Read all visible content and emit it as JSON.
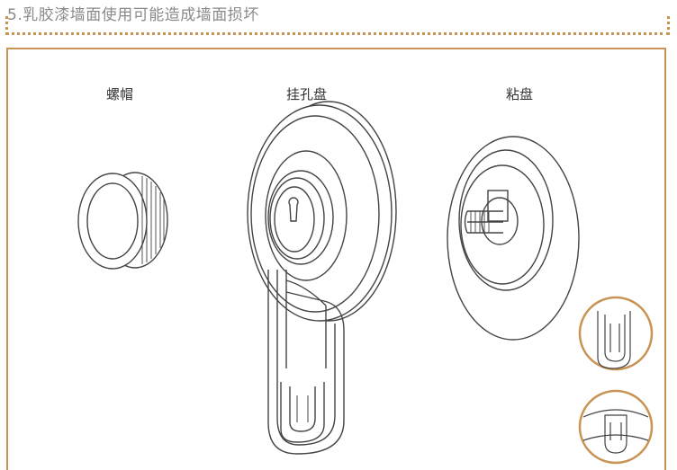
{
  "header": {
    "title": "5.乳胶漆墙面使用可能造成墙面损坏"
  },
  "labels": {
    "cap": "螺帽",
    "hook_disc": "挂孔盘",
    "suction_disc": "粘盘"
  },
  "colors": {
    "accent": "#c89454",
    "line": "#444444",
    "text": "#333333"
  }
}
